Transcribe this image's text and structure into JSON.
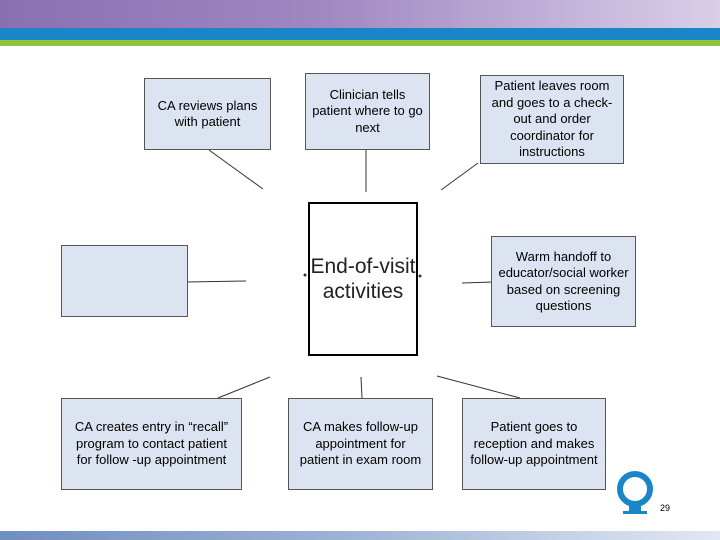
{
  "diagram": {
    "center": "End-of-visit activities",
    "nodes": [
      {
        "id": "ca-reviews",
        "text": "CA reviews plans with patient"
      },
      {
        "id": "clinician-tells",
        "text": "Clinician tells patient where to go next"
      },
      {
        "id": "patient-leaves",
        "text": "Patient leaves room and goes to a check-out and order coordinator for instructions"
      },
      {
        "id": "blank",
        "text": ""
      },
      {
        "id": "warm-handoff",
        "text": "Warm handoff to educator/social worker based on screening questions"
      },
      {
        "id": "ca-recall",
        "text": "CA creates entry in “recall” program to contact patient for follow -up appointment"
      },
      {
        "id": "ca-followup",
        "text": "CA makes follow-up appointment for patient in exam room"
      },
      {
        "id": "reception",
        "text": "Patient goes to reception and makes follow-up appointment"
      }
    ]
  },
  "footer": {
    "page_number": "29"
  },
  "colors": {
    "node_fill": "#dbe4f0",
    "band_purple": "#8a6fb3",
    "band_blue": "#1a86c8",
    "band_green": "#8cc63f"
  },
  "icons": {
    "logo": "q-logo-icon"
  }
}
